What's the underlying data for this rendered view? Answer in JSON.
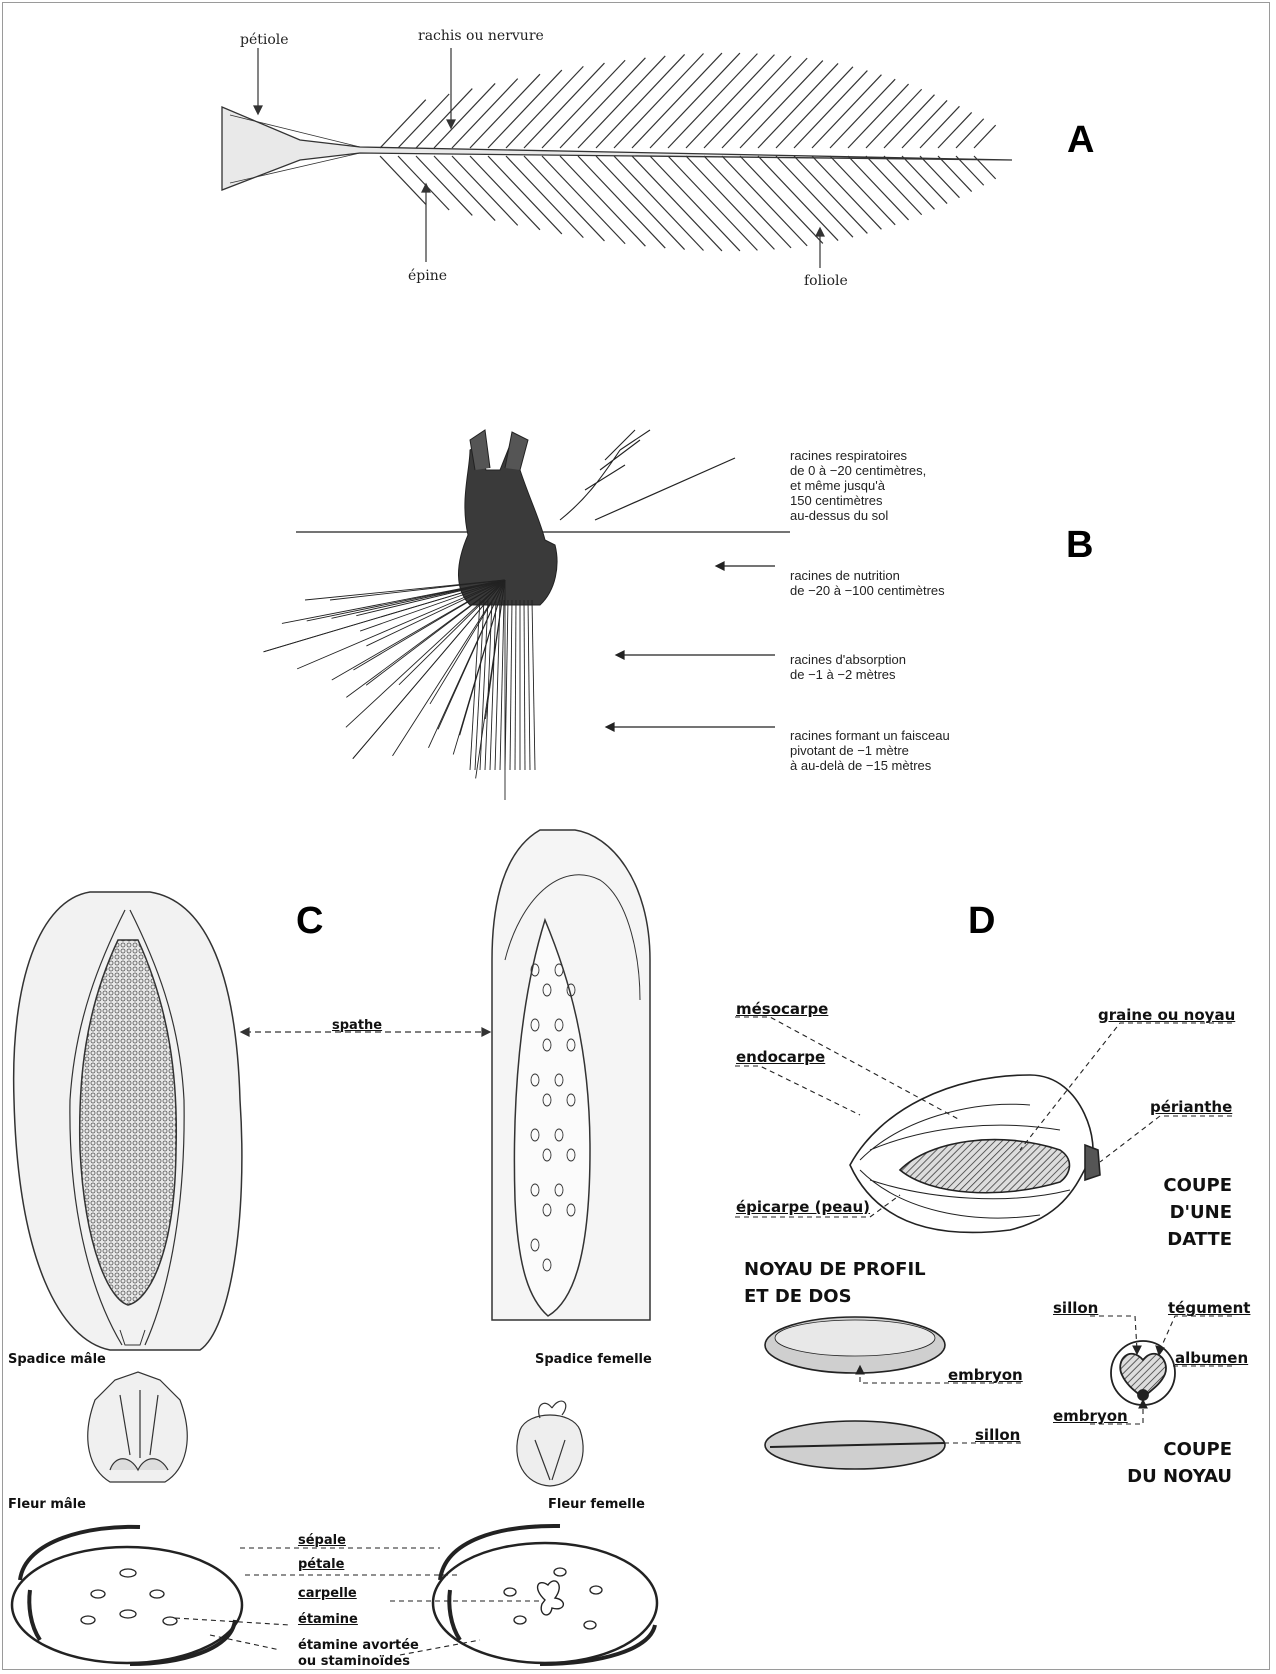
{
  "panel_a": {
    "letter": "A",
    "labels": {
      "petiole": "pétiole",
      "rachis": "rachis ou nervure",
      "epine": "épine",
      "foliole": "foliole"
    }
  },
  "panel_b": {
    "letter": "B",
    "labels": {
      "resp": "racines respiratoires\nde 0 à −20 centimètres,\net même jusqu'à\n150 centimètres\nau-dessus du sol",
      "nutr": "racines de nutrition\nde −20 à −100 centimètres",
      "abs": "racines d'absorption\nde −1 à −2 mètres",
      "faisc": "racines formant un faisceau\npivotant de −1 mètre\nà au-delà de −15 mètres"
    }
  },
  "panel_c": {
    "letter": "C",
    "labels": {
      "spathe": "spathe",
      "spadice_male": "Spadice mâle",
      "spadice_femelle": "Spadice femelle",
      "fleur_male": "Fleur mâle",
      "fleur_femelle": "Fleur femelle",
      "sepale": "sépale",
      "petale": "pétale",
      "carpelle": "carpelle",
      "etamine": "étamine",
      "etamine_avortee": "étamine avortée",
      "staminoides": "ou staminoïdes"
    }
  },
  "panel_d": {
    "letter": "D",
    "labels": {
      "mesocarpe": "mésocarpe",
      "endocarpe": "endocarpe",
      "graine": "graine ou noyau",
      "perianthe": "périanthe",
      "epicarpe": "épicarpe (peau)",
      "coupe_datte": "COUPE\nD'UNE DATTE",
      "noyau_profil": "NOYAU DE PROFIL\nET DE DOS",
      "embryon": "embryon",
      "sillon": "sillon",
      "sillon2": "sillon",
      "tegument": "tégument",
      "albumen": "albumen",
      "embryon2": "embryon",
      "coupe_noyau": "COUPE\nDU NOYAU"
    }
  }
}
